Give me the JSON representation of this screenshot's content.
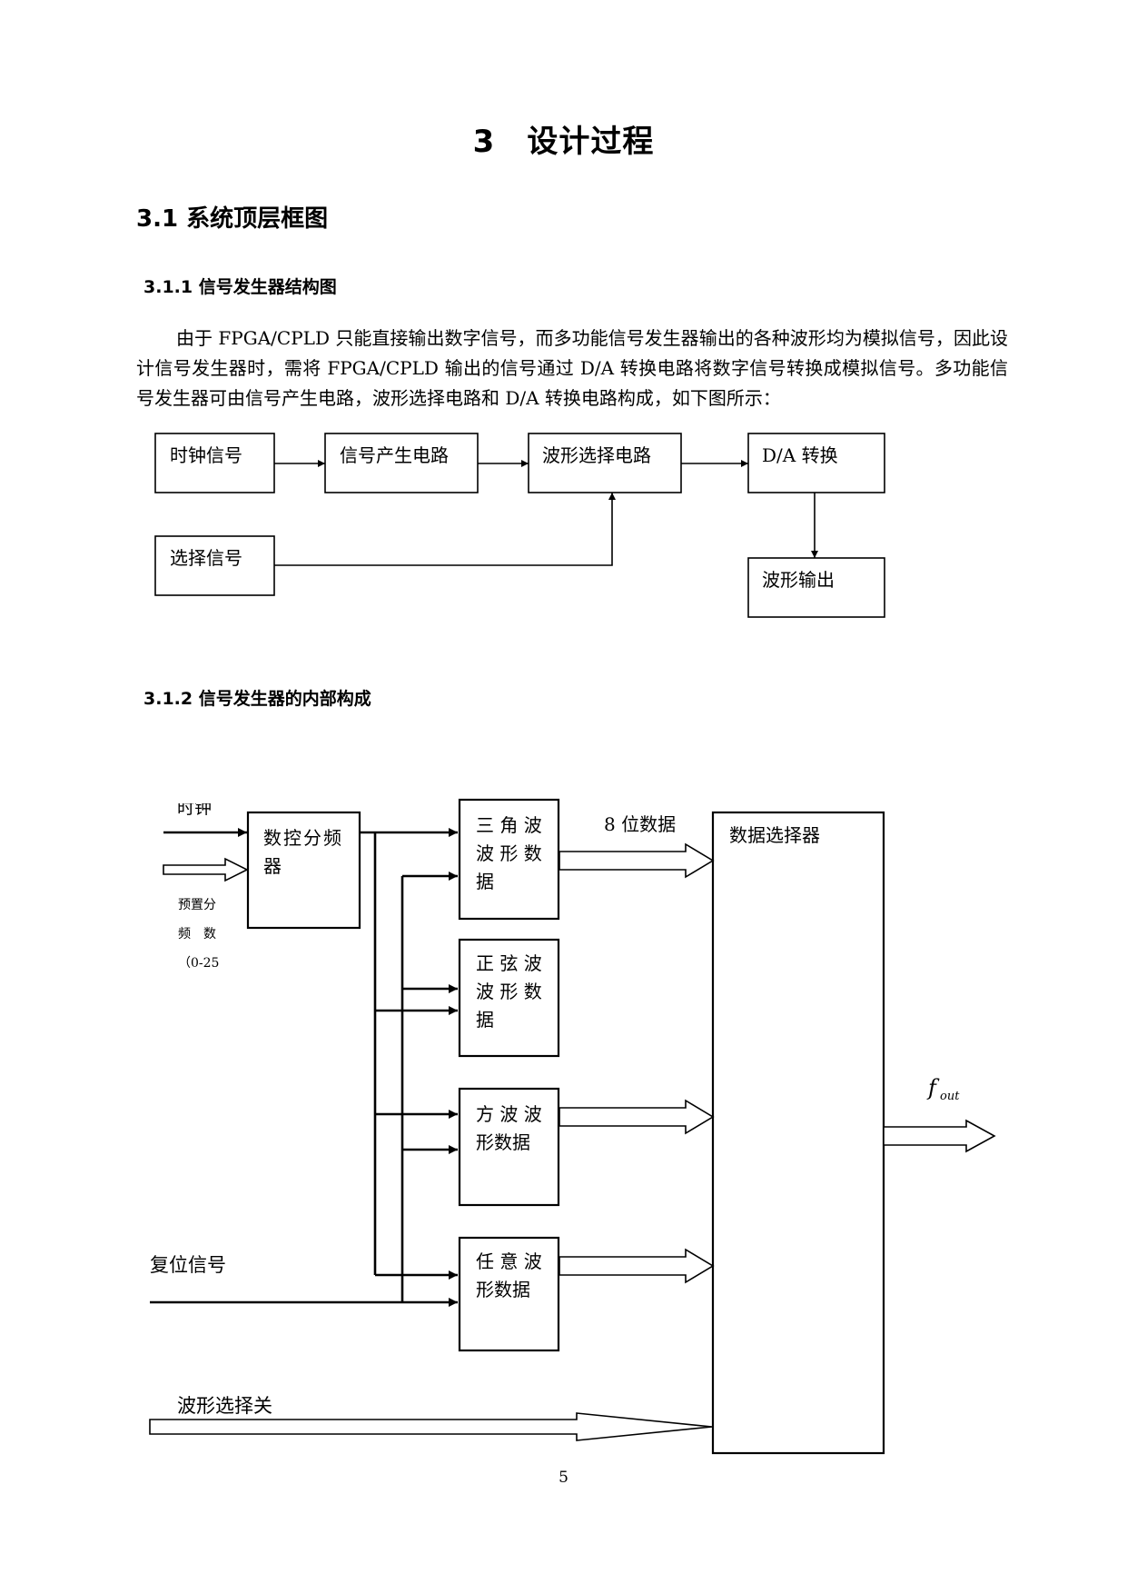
{
  "chapter_title": "3　设计过程",
  "section": {
    "title": "3.1 系统顶层框图"
  },
  "subsection_1": {
    "title": "3.1.1 信号发生器结构图",
    "paragraph": "由于 FPGA/CPLD 只能直接输出数字信号，而多功能信号发生器输出的各种波形均为模拟信号，因此设计信号发生器时，需将 FPGA/CPLD 输出的信号通过 D/A 转换电路将数字信号转换成模拟信号。多功能信号发生器可由信号产生电路，波形选择电路和 D/A 转换电路构成，如下图所示："
  },
  "diagram1": {
    "clock_signal": "时钟信号",
    "signal_generation": "信号产生电路",
    "waveform_selection": "波形选择电路",
    "da_conversion": "D/A 转换",
    "select_signal": "选择信号",
    "waveform_output": "波形输出"
  },
  "subsection_2": {
    "title": "3.1.2 信号发生器的内部构成"
  },
  "diagram2": {
    "clock_label": "时钟",
    "preset_label_1": "预置分",
    "preset_label_2": "频　数",
    "preset_label_3": "（0-25",
    "divider_line1": "数控分频",
    "divider_line2": "器",
    "triangle_line1": "三 角 波",
    "triangle_line2": "波 形 数",
    "triangle_line3": "据",
    "sine_line1": "正 弦 波",
    "sine_line2": "波 形 数",
    "sine_line3": "据",
    "square_line1": "方 波 波",
    "square_line2": "形数据",
    "arbitrary_line1": "任 意 波",
    "arbitrary_line2": "形数据",
    "eight_bit_data": "8 位数据",
    "mux_label": "数据选择器",
    "reset_signal": "复位信号",
    "waveform_switch": "波形选择关",
    "fout_f": "f",
    "fout_sub": "out"
  },
  "page_number": "5"
}
